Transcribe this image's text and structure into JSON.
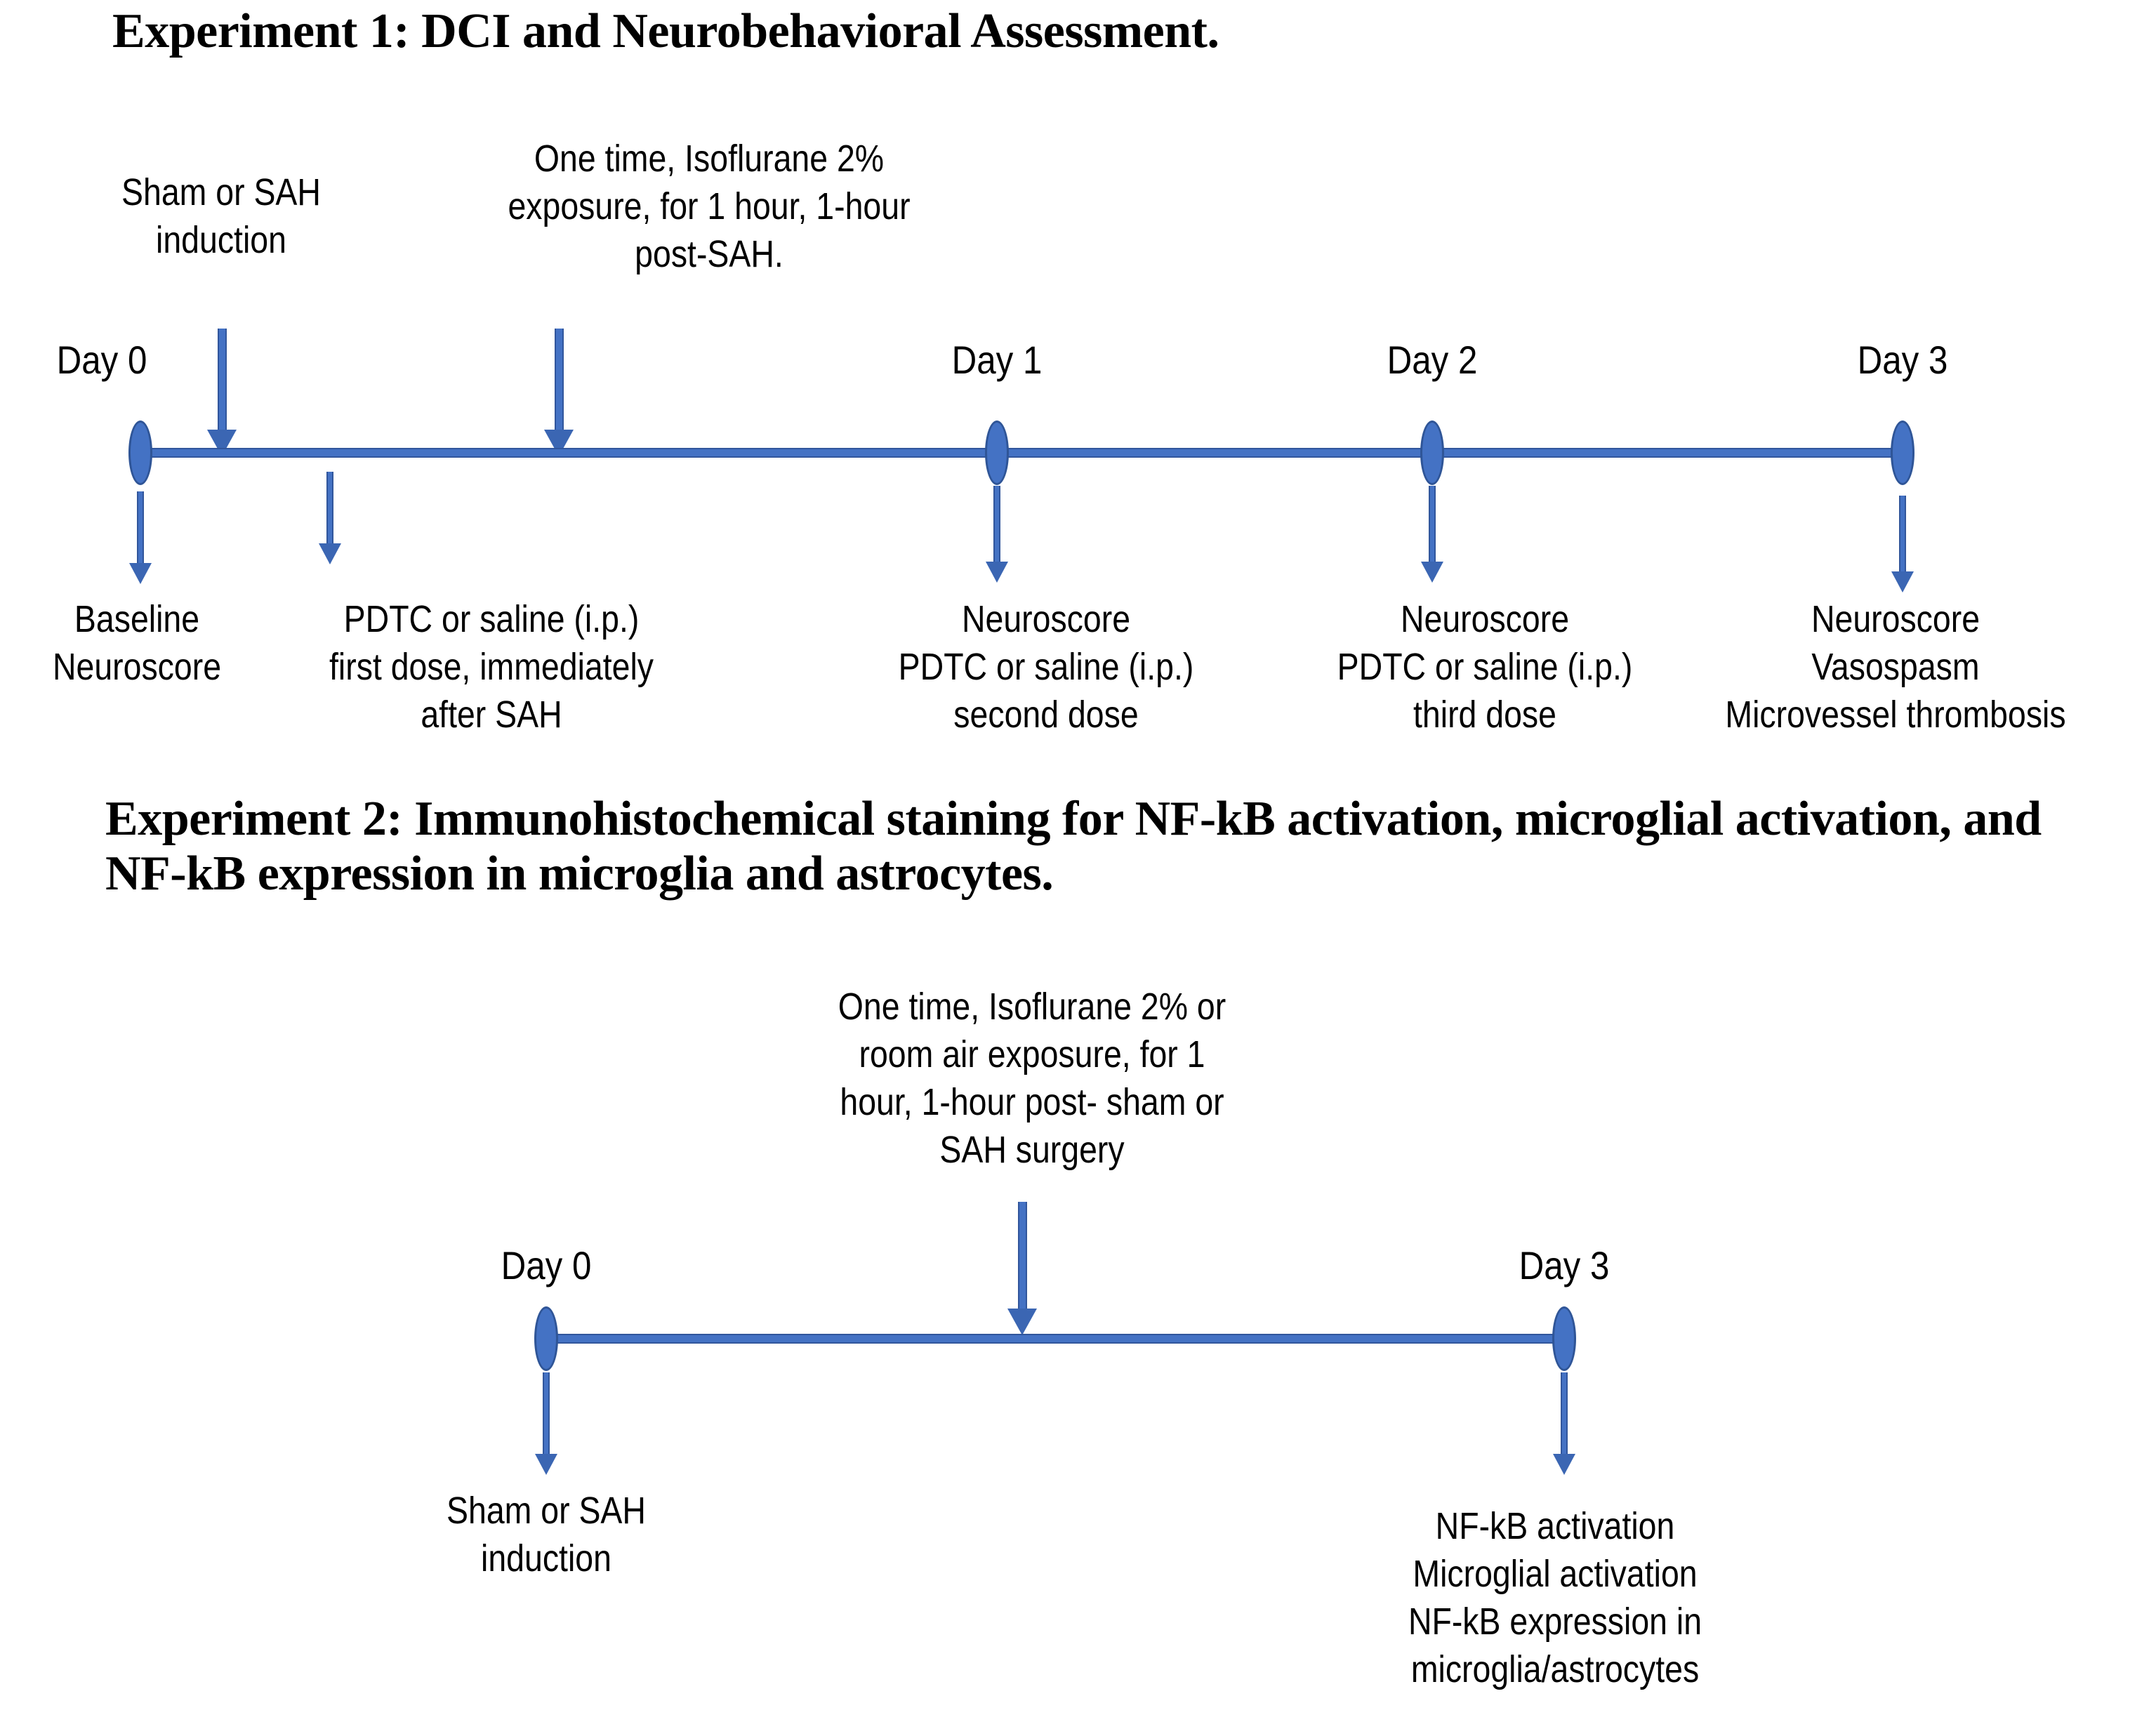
{
  "figure": {
    "background_color": "#ffffff",
    "accent_color": "#4472c4",
    "accent_outline_color": "#2f5597"
  },
  "experiment1": {
    "title": "Experiment 1: DCI and Neurobehavioral Assessment.",
    "above_line_annotations": [
      {
        "text": "Sham or SAH\ninduction"
      },
      {
        "text": "One time, Isoflurane 2%\nexposure, for 1 hour, 1-hour\npost-SAH."
      }
    ],
    "day_labels": [
      "Day 0",
      "Day 1",
      "Day 2",
      "Day 3"
    ],
    "below_line_annotations": [
      {
        "text": "Baseline\nNeuroscore"
      },
      {
        "text": "PDTC or saline (i.p.)\nfirst dose, immediately\nafter SAH"
      },
      {
        "text": "Neuroscore\nPDTC or saline (i.p.)\nsecond dose"
      },
      {
        "text": "Neuroscore\nPDTC or saline (i.p.)\nthird dose"
      },
      {
        "text": "Neuroscore\nVasospasm\nMicrovessel thrombosis"
      }
    ]
  },
  "experiment2": {
    "title": "Experiment 2: Immunohistochemical staining for NF-kB activation, microglial activation, and NF-kB expression in microglia and astrocytes.",
    "above_line_annotations": [
      {
        "text": "One time, Isoflurane 2% or\nroom air exposure, for 1\nhour, 1-hour post- sham or\nSAH surgery"
      }
    ],
    "day_labels": [
      "Day 0",
      "Day 3"
    ],
    "below_line_annotations": [
      {
        "text": "Sham or SAH\ninduction"
      },
      {
        "text": "NF-kB activation\nMicroglial activation\nNF-kB expression in\nmicroglia/astrocytes"
      }
    ]
  }
}
